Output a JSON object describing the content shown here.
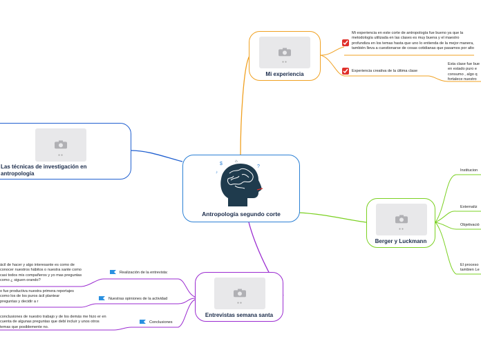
{
  "central": {
    "title": "Antropología segundo corte"
  },
  "topics": {
    "experiencia": {
      "title": "Mi experiencia",
      "items": [
        {
          "text": "Mi experiencia en este corte de antropología fue bueno ya que la metodología utilizada en las clases es muy buena y el maestro profundiza en los temas hasta que uno lo entienda de la mejor manera, también lleva a cuestionarse de cosas cotidianas que pasamos por alto",
          "icon": "check-icon"
        },
        {
          "text": "Experiencia creativa de la última clase",
          "icon": "check-icon"
        }
      ],
      "note": "Esta clase fue bue en estado puro e consumo , algo q fortalece nuestro"
    },
    "tecnicas": {
      "title": "Las técnicas de investigación en antropología"
    },
    "berger": {
      "title": "Berger y Luckmann",
      "items": [
        "Institucion",
        "Externaliz",
        "Objetivació",
        "El proceso tambien Le"
      ]
    },
    "entrevistas": {
      "title": "Entrevistas semana santa",
      "items": [
        {
          "label": "Realización de la entrevista:",
          "icon": "flag-icon",
          "text": "ácil de hacer y algo interesante es como de conocer nuestros hábitos o nuestra sante como casi todos mis compañeros y yo mas preguntas como ¿ siguen orando?"
        },
        {
          "label": "Nuestras opiniones de la actividad",
          "icon": "flag-icon",
          "text": "o fue productiva nuestra primera reportajes como los de los puros ácil plantear preguntas y decidir a r"
        },
        {
          "label": "Conclusiones",
          "icon": "flag-icon",
          "text": "conclusiones de nuestro trabajo y de los demás me hizo er en cuenta de algunas preguntas que debí incluir y unos otros temas que posiblemente no."
        }
      ]
    }
  },
  "colors": {
    "central": "#2a7fd4",
    "experiencia": "#f0a020",
    "tecnicas": "#1f5fd0",
    "berger": "#7ad020",
    "entrevistas": "#9a2ad0",
    "check": "#e0302a",
    "flag": "#2a90e0"
  }
}
